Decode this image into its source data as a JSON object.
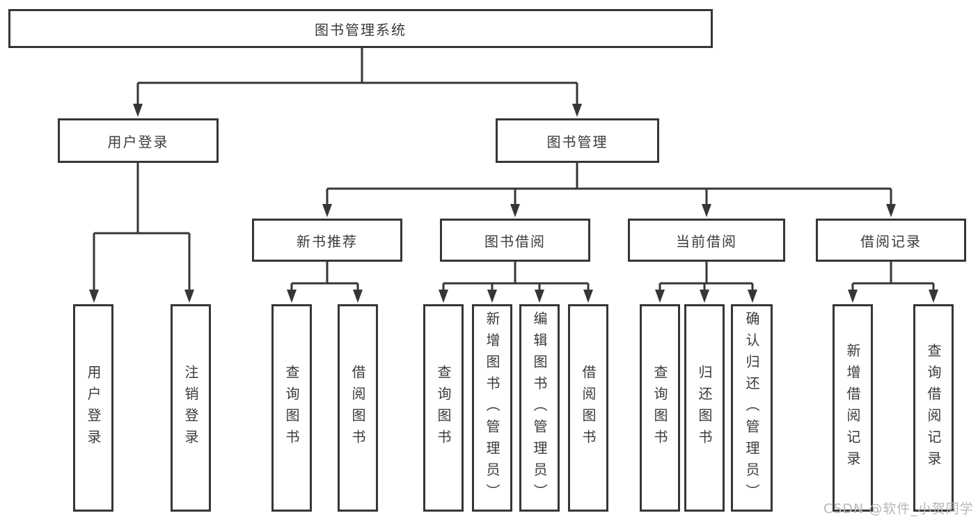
{
  "diagram": {
    "title": "图书管理系统",
    "children": [
      {
        "id": "user-login",
        "label": "用户登录",
        "children": [
          {
            "id": "leaf-user-login",
            "label": "用户登录"
          },
          {
            "id": "leaf-logout",
            "label": "注销登录"
          }
        ]
      },
      {
        "id": "book-mgmt",
        "label": "图书管理",
        "children": [
          {
            "id": "new-book-rec",
            "label": "新书推荐",
            "children": [
              {
                "id": "leaf-query-book-1",
                "label": "查询图书"
              },
              {
                "id": "leaf-borrow-book-1",
                "label": "借阅图书"
              }
            ]
          },
          {
            "id": "book-borrow",
            "label": "图书借阅",
            "children": [
              {
                "id": "leaf-query-book-2",
                "label": "查询图书"
              },
              {
                "id": "leaf-add-book",
                "label": "新增图书（管理员）"
              },
              {
                "id": "leaf-edit-book",
                "label": "编辑图书（管理员）"
              },
              {
                "id": "leaf-borrow-book-2",
                "label": "借阅图书"
              }
            ]
          },
          {
            "id": "current-borrow",
            "label": "当前借阅",
            "children": [
              {
                "id": "leaf-query-book-3",
                "label": "查询图书"
              },
              {
                "id": "leaf-return-book",
                "label": "归还图书"
              },
              {
                "id": "leaf-confirm-return",
                "label": "确认归还（管理员）"
              }
            ]
          },
          {
            "id": "borrow-records",
            "label": "借阅记录",
            "children": [
              {
                "id": "leaf-add-record",
                "label": "新增借阅记录"
              },
              {
                "id": "leaf-query-record",
                "label": "查询借阅记录"
              }
            ]
          }
        ]
      }
    ]
  },
  "watermark": "CSDN @软件_小贺同学",
  "colors": {
    "line": "#363636",
    "text": "#3a3a40",
    "watermark": "#b6b6bd",
    "background": "#ffffff"
  }
}
